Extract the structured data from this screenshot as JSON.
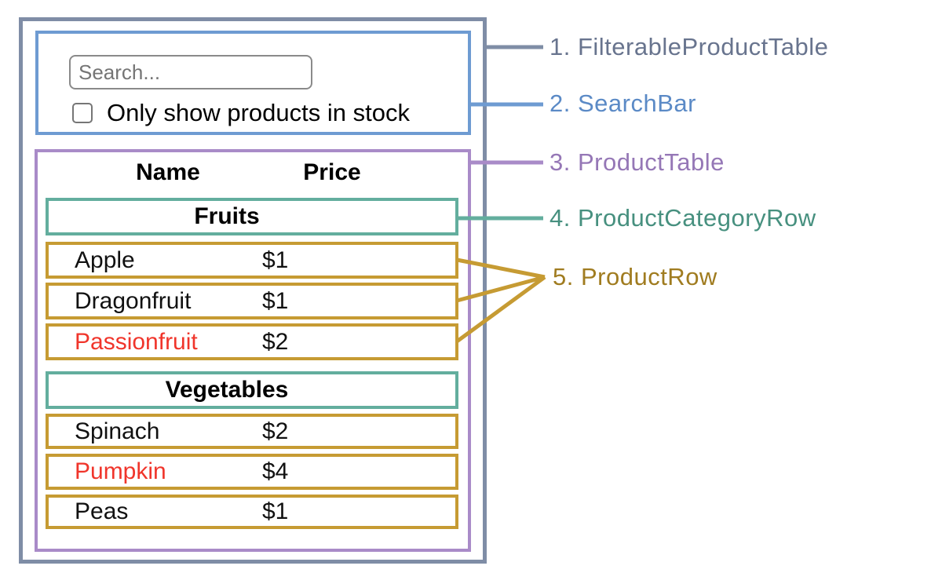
{
  "legend": {
    "items": [
      {
        "text": "1. FilterableProductTable",
        "color": "#68748E"
      },
      {
        "text": "2. SearchBar",
        "color": "#5B8AC6"
      },
      {
        "text": "3. ProductTable",
        "color": "#9577B6"
      },
      {
        "text": "4. ProductCategoryRow",
        "color": "#47907F"
      },
      {
        "text": "5. ProductRow",
        "color": "#A07C20"
      }
    ]
  },
  "palette": {
    "outline_gray": "#7F8DA6",
    "searchbar_blue": "#6E9BD2",
    "table_purple": "#A98BC8",
    "category_teal": "#63AE9E",
    "row_gold": "#C69B33",
    "out_of_stock_red": "#F0352B",
    "text_black": "#111111"
  },
  "search_bar": {
    "input_value": "",
    "input_placeholder": "Search...",
    "checkbox_label": "Only show products in stock",
    "checkbox_checked": false
  },
  "product_table": {
    "headers": {
      "name": "Name",
      "price": "Price"
    },
    "sections": [
      {
        "category": "Fruits",
        "rows": [
          {
            "name": "Apple",
            "price": "$1",
            "name_color": "#111111"
          },
          {
            "name": "Dragonfruit",
            "price": "$1",
            "name_color": "#111111"
          },
          {
            "name": "Passionfruit",
            "price": "$2",
            "name_color": "#F0352B"
          }
        ]
      },
      {
        "category": "Vegetables",
        "rows": [
          {
            "name": "Spinach",
            "price": "$2",
            "name_color": "#111111"
          },
          {
            "name": "Pumpkin",
            "price": "$4",
            "name_color": "#F0352B"
          },
          {
            "name": "Peas",
            "price": "$1",
            "name_color": "#111111"
          }
        ]
      }
    ]
  }
}
